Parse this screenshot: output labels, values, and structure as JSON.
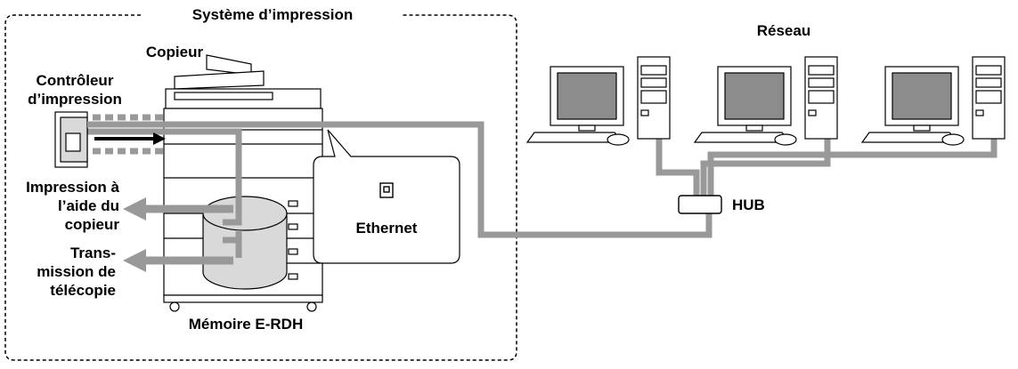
{
  "labels": {
    "system_title": "Système d’impression",
    "copier": "Copieur",
    "controller": [
      "Contrôleur",
      "d’impression"
    ],
    "network": "Réseau",
    "print_with_copier": [
      "Impression à",
      "l’aide du",
      "copieur"
    ],
    "fax_transmission": [
      "Trans-",
      "mission de",
      "télécopie"
    ],
    "memory": "Mémoire E-RDH",
    "ethernet": "Ethernet",
    "hub": "HUB"
  },
  "colors": {
    "cable": "#999999",
    "memory_fill": "#d9d9d9",
    "screen": "#8c8c8c",
    "line": "#000000",
    "device_fill": "#ffffff"
  },
  "icons": [
    "ethernet-port-icon",
    "arrow-left-icon",
    "arrow-right-icon"
  ]
}
